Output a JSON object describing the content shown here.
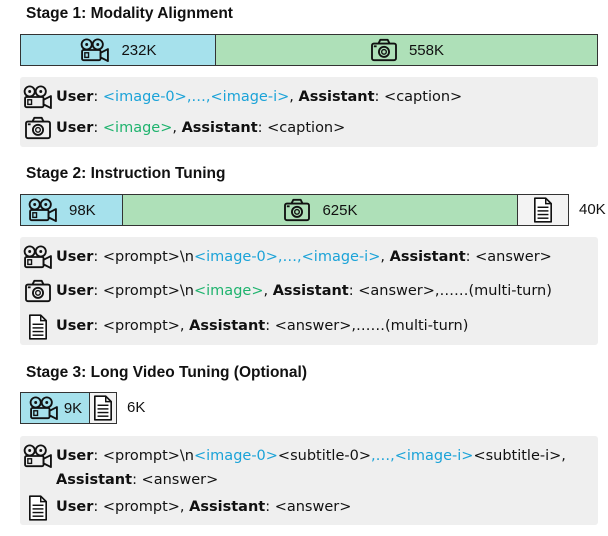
{
  "stage1": {
    "title": "Stage 1: Modality Alignment",
    "video_count": "232K",
    "image_count": "558K",
    "rows": [
      {
        "icon": "video-camera",
        "user": "User",
        "colon1": ": ",
        "token_a": "<image-0>",
        "sep": ",…,",
        "token_b": "<image-i>",
        "comma": ", ",
        "assistant": "Assistant",
        "colon2": ": ",
        "output": "<caption>"
      },
      {
        "icon": "photo-camera",
        "user": "User",
        "colon1": ": ",
        "token": "<image>",
        "comma": ", ",
        "assistant": "Assistant",
        "colon2": ": ",
        "output": "<caption>"
      }
    ]
  },
  "stage2": {
    "title": "Stage 2: Instruction Tuning",
    "video_count": "98K",
    "image_count": "625K",
    "text_count": "40K",
    "rows": [
      {
        "icon": "video-camera",
        "user": "User",
        "pre": ": <prompt>\\n",
        "token_a": "<image-0>",
        "sep": ",…,",
        "token_b": "<image-i>",
        "comma": ", ",
        "assistant": "Assistant",
        "post": ": <answer>"
      },
      {
        "icon": "photo-camera",
        "user": "User",
        "pre": ": <prompt>\\n",
        "token": "<image>",
        "comma": ", ",
        "assistant": "Assistant",
        "post": ": <answer>,……(multi-turn)"
      },
      {
        "icon": "document",
        "user": "User",
        "pre": ": <prompt>, ",
        "assistant": "Assistant",
        "post": ": <answer>,……(multi-turn)"
      }
    ]
  },
  "stage3": {
    "title": "Stage 3: Long Video Tuning (Optional)",
    "video_count": "9K",
    "text_count": "6K",
    "rows": [
      {
        "icon": "video-camera",
        "user": "User",
        "pre": ": <prompt>\\n",
        "token_a": "<image-0>",
        "sub_a": "<subtitle-0>",
        "sep": ",…,",
        "token_b": "<image-i>",
        "sub_b": "<subtitle-i>",
        "trail": ",",
        "assistant": "Assistant",
        "post": ": <answer>"
      },
      {
        "icon": "document",
        "user": "User",
        "pre": ": <prompt>, ",
        "assistant": "Assistant",
        "post": ": <answer>"
      }
    ]
  },
  "colors": {
    "video": "#a6e1ec",
    "image": "#aee0b8",
    "text": "#f3f3f3",
    "panel": "#efefef",
    "token_blue": "#1ba3d8",
    "token_green": "#1fb36e"
  }
}
